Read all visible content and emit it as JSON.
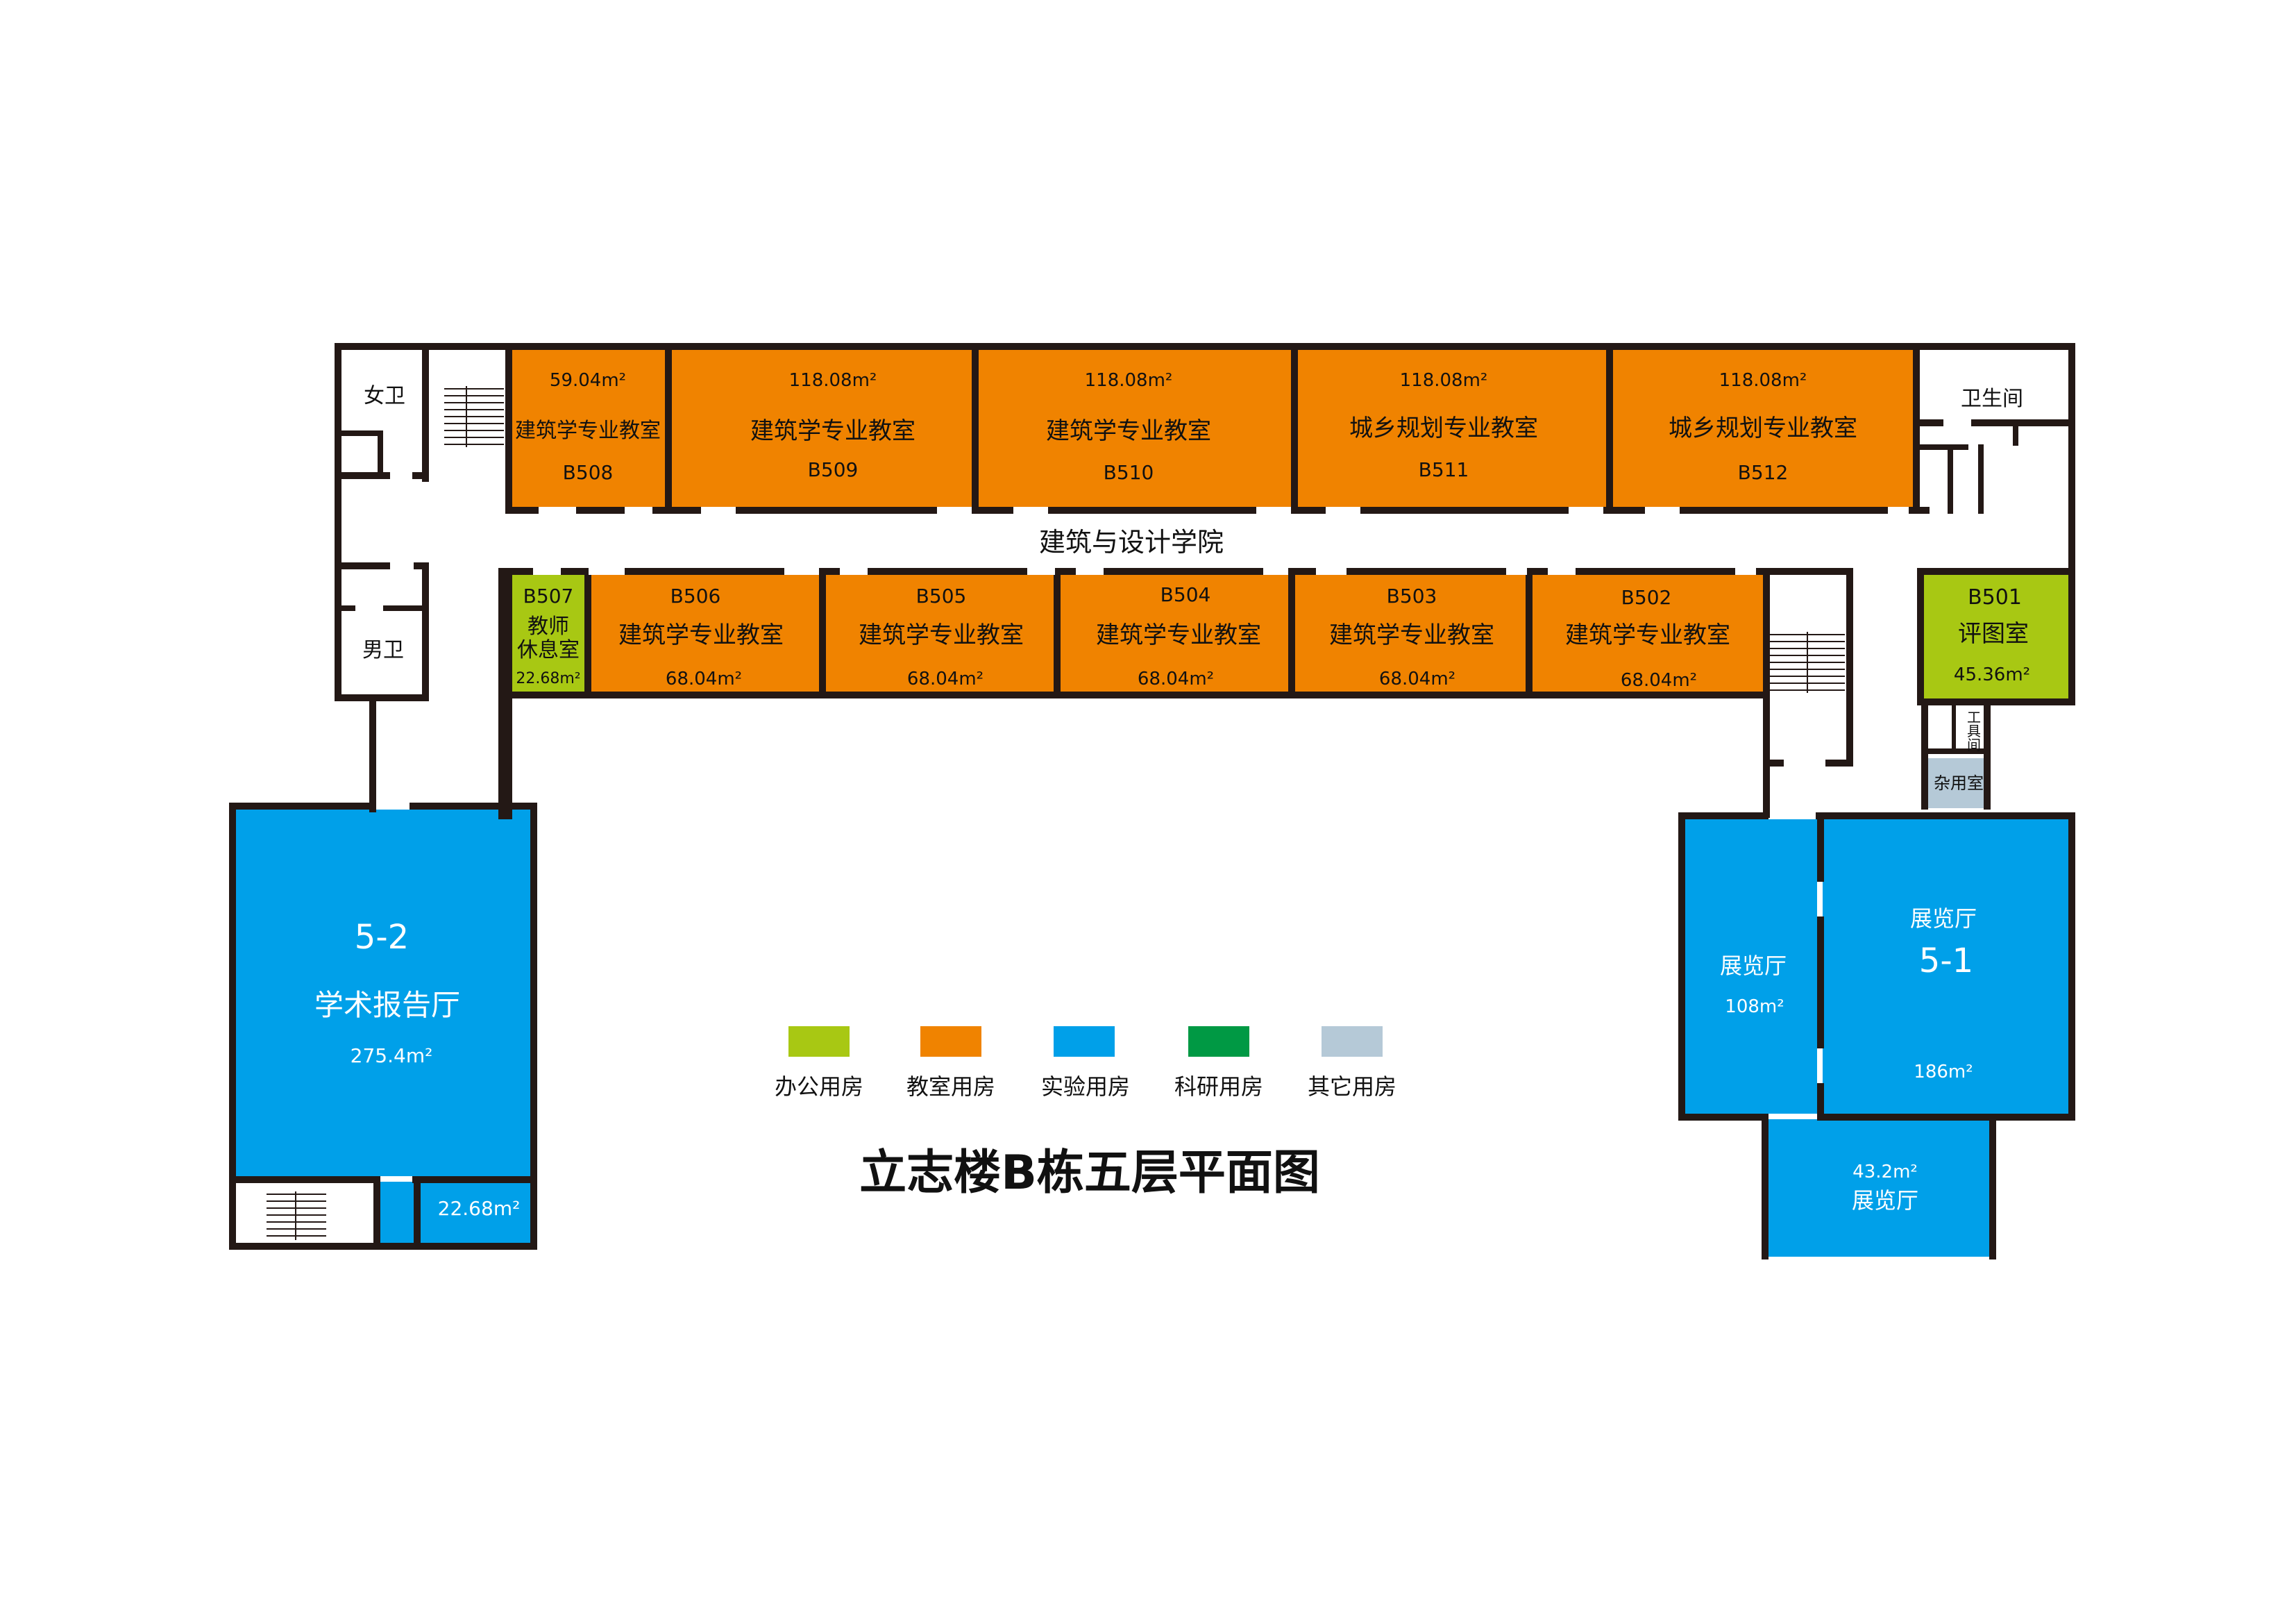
{
  "title": "立志楼B栋五层平面图",
  "corridor_label": "建筑与设计学院",
  "colors": {
    "office": "#a8c813",
    "classroom": "#f08300",
    "lab": "#00a0e9",
    "research": "#009944",
    "other": "#b5c9d7",
    "wall": "#231815"
  },
  "legend": [
    {
      "label": "办公用房",
      "color": "#a8c813"
    },
    {
      "label": "教室用房",
      "color": "#f08300"
    },
    {
      "label": "实验用房",
      "color": "#00a0e9"
    },
    {
      "label": "科研用房",
      "color": "#009944"
    },
    {
      "label": "其它用房",
      "color": "#b5c9d7"
    }
  ],
  "rooms": {
    "b508": {
      "area": "59.04m²",
      "name": "建筑学专业教室",
      "code": "B508"
    },
    "b509": {
      "area": "118.08m²",
      "name": "建筑学专业教室",
      "code": "B509"
    },
    "b510": {
      "area": "118.08m²",
      "name": "建筑学专业教室",
      "code": "B510"
    },
    "b511": {
      "area": "118.08m²",
      "name": "城乡规划专业教室",
      "code": "B511"
    },
    "b512": {
      "area": "118.08m²",
      "name": "城乡规划专业教室",
      "code": "B512"
    },
    "b507": {
      "code": "B507",
      "name_line1": "教师",
      "name_line2": "休息室",
      "area": "22.68m²"
    },
    "b506": {
      "code": "B506",
      "name": "建筑学专业教室",
      "area": "68.04m²"
    },
    "b505": {
      "code": "B505",
      "name": "建筑学专业教室",
      "area": "68.04m²"
    },
    "b504": {
      "code": "B504",
      "name": "建筑学专业教室",
      "area": "68.04m²"
    },
    "b503": {
      "code": "B503",
      "name": "建筑学专业教室",
      "area": "68.04m²"
    },
    "b502": {
      "code": "B502",
      "name": "建筑学专业教室",
      "area": "68.04m²"
    },
    "b501": {
      "code": "B501",
      "name": "评图室",
      "area": "45.36m²"
    },
    "hall_52": {
      "number": "5-2",
      "name": "学术报告厅",
      "area": "275.4m²"
    },
    "small_room": {
      "area": "22.68m²"
    },
    "hall_51": {
      "name": "展览厅",
      "number": "5-1",
      "area": "186m²"
    },
    "exhibit_west": {
      "name": "展览厅",
      "area": "108m²"
    },
    "exhibit_south": {
      "area": "43.2m²",
      "name": "展览厅"
    },
    "womens_wc": {
      "name": "女卫"
    },
    "mens_wc": {
      "name": "男卫"
    },
    "washroom": {
      "name": "卫生间"
    },
    "tool_room": {
      "name_line1": "工",
      "name_line2": "具",
      "name_line3": "间"
    },
    "storage": {
      "name": "杂用室"
    }
  }
}
